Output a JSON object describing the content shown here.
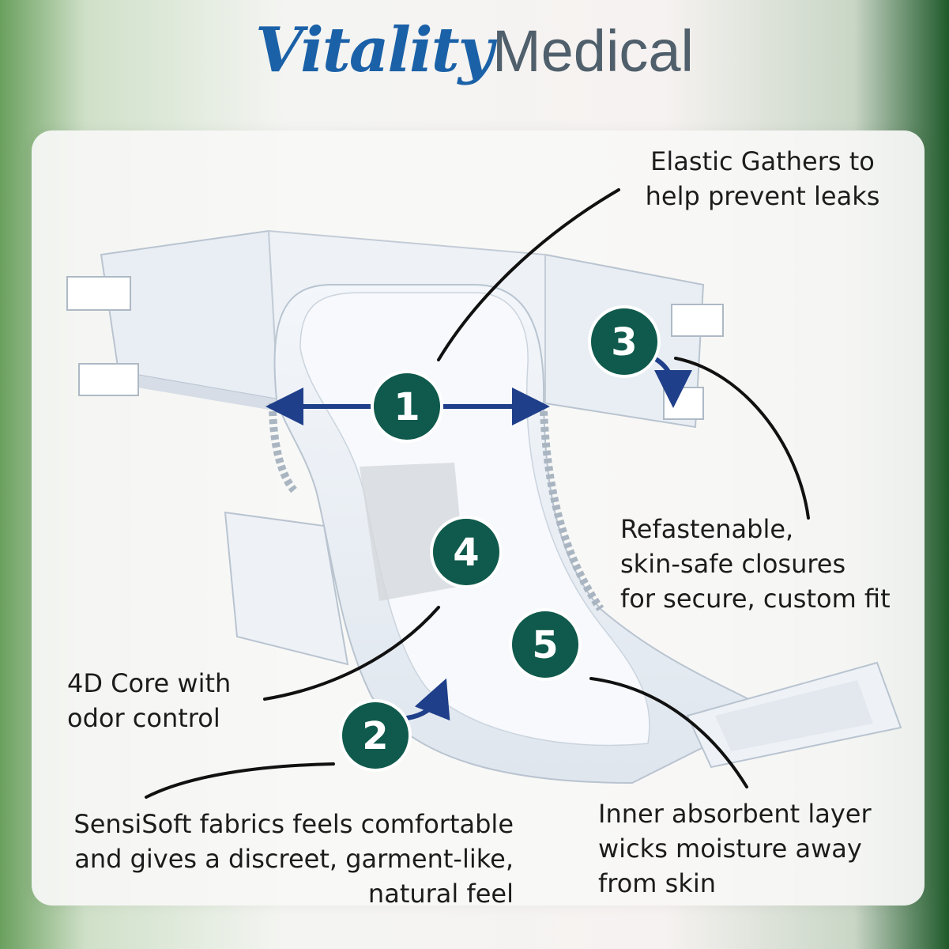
{
  "logo": {
    "script_part": "Vitality",
    "plain_part": "Medical"
  },
  "markers": [
    "1",
    "2",
    "3",
    "4",
    "5"
  ],
  "callouts": {
    "elastic_gathers": "Elastic Gathers to\nhelp prevent leaks",
    "closures": "Refastenable,\nskin-safe closures\nfor secure, custom fit",
    "core": "4D Core with\nodor control",
    "fabrics": "SensiSoft fabrics feels comfortable\nand gives a discreet, garment-like,\nnatural feel",
    "inner_layer": "Inner absorbent layer\nwicks moisture away\nfrom skin"
  },
  "colors": {
    "marker_fill": "#0f5a4c",
    "arrow": "#1f3f8a",
    "brand_blue": "#1b61a8",
    "brand_gray": "#4f5f6b"
  }
}
